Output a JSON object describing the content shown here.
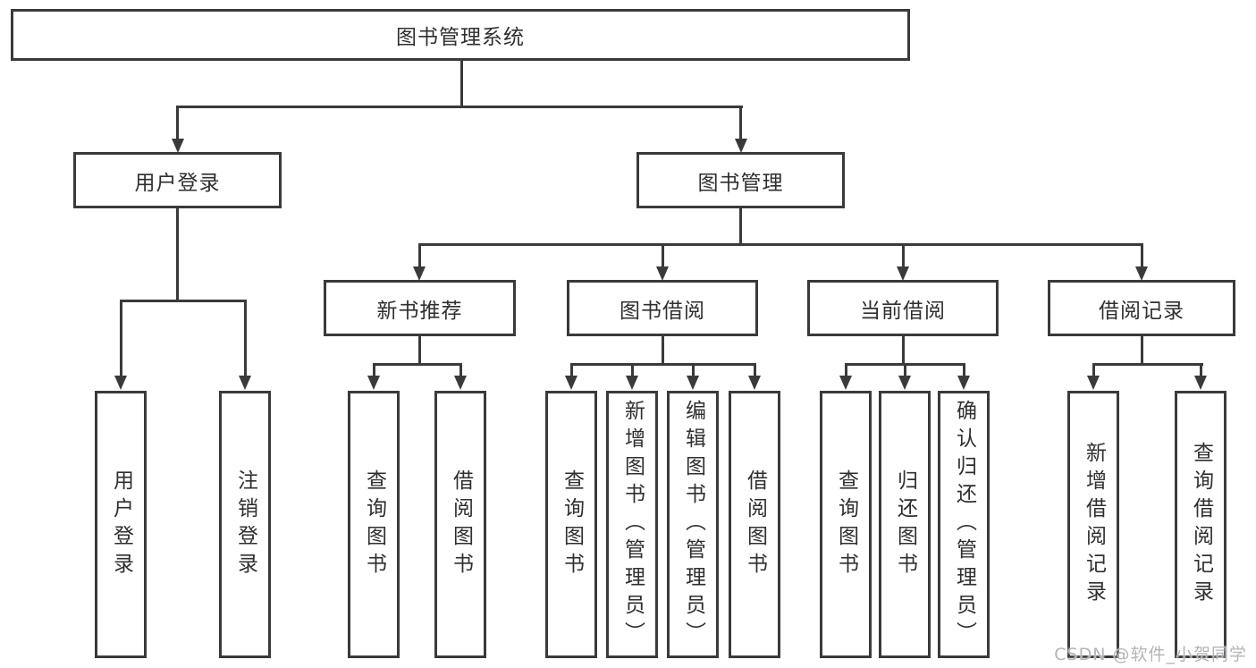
{
  "tree": {
    "root": {
      "label": "图书管理系统"
    },
    "user_login": {
      "label": "用户登录",
      "children": [
        {
          "label": "用户登录"
        },
        {
          "label": "注销登录"
        }
      ]
    },
    "book_management": {
      "label": "图书管理",
      "children": [
        {
          "label": "新书推荐",
          "children": [
            {
              "label": "查询图书"
            },
            {
              "label": "借阅图书"
            }
          ]
        },
        {
          "label": "图书借阅",
          "children": [
            {
              "label": "查询图书"
            },
            {
              "label": "新增图书（管理员）"
            },
            {
              "label": "编辑图书（管理员）"
            },
            {
              "label": "借阅图书"
            }
          ]
        },
        {
          "label": "当前借阅",
          "children": [
            {
              "label": "查询图书"
            },
            {
              "label": "归还图书"
            },
            {
              "label": "确认归还（管理员）"
            }
          ]
        },
        {
          "label": "借阅记录",
          "children": [
            {
              "label": "新增借阅记录"
            },
            {
              "label": "查询借阅记录"
            }
          ]
        }
      ]
    }
  },
  "watermark": {
    "text": "CSDN @软件_小贺同学"
  },
  "colors": {
    "line": "#3a3a3a",
    "text": "#2f2f2f",
    "background": "#ffffff",
    "watermark": "#b4b4b9"
  }
}
